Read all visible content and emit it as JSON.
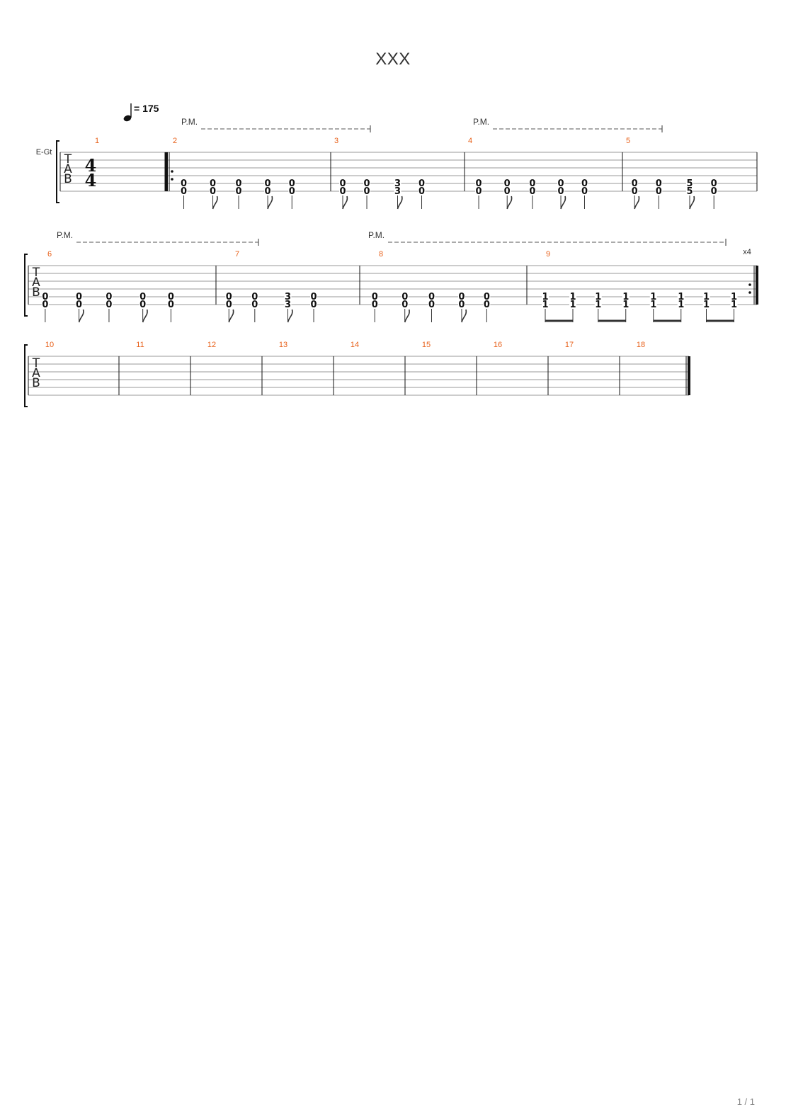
{
  "title": "XXX",
  "page_number": "1 / 1",
  "tempo": {
    "symbol": "quarter-note",
    "equals": "=",
    "bpm": "175"
  },
  "track_name": "E-Gt",
  "time_signature": {
    "top": "4",
    "bottom": "4"
  },
  "tab_letters": [
    "T",
    "A",
    "B"
  ],
  "palm_mute_label": "P.M.",
  "repeat_count": "x4",
  "systems": [
    {
      "bars": [
        {
          "number": "1",
          "rest": true,
          "notes": []
        },
        {
          "number": "2",
          "repeat_start": true,
          "notes": [
            {
              "frets": [
                "0",
                "0"
              ],
              "flag": false
            },
            {
              "frets": [
                "0",
                "0"
              ],
              "flag": true
            },
            {
              "frets": [
                "0",
                "0"
              ],
              "flag": false
            },
            {
              "frets": [
                "0",
                "0"
              ],
              "flag": true
            },
            {
              "frets": [
                "0",
                "0"
              ],
              "flag": false
            }
          ]
        },
        {
          "number": "3",
          "notes": [
            {
              "frets": [
                "0",
                "0"
              ],
              "flag": true
            },
            {
              "frets": [
                "0",
                "0"
              ],
              "flag": false
            },
            {
              "frets": [
                "3",
                "3"
              ],
              "flag": true
            },
            {
              "frets": [
                "0",
                "0"
              ],
              "flag": false
            }
          ]
        },
        {
          "number": "4",
          "notes": [
            {
              "frets": [
                "0",
                "0"
              ],
              "flag": false
            },
            {
              "frets": [
                "0",
                "0"
              ],
              "flag": true
            },
            {
              "frets": [
                "0",
                "0"
              ],
              "flag": false
            },
            {
              "frets": [
                "0",
                "0"
              ],
              "flag": true
            },
            {
              "frets": [
                "0",
                "0"
              ],
              "flag": false
            }
          ]
        },
        {
          "number": "5",
          "notes": [
            {
              "frets": [
                "0",
                "0"
              ],
              "flag": true
            },
            {
              "frets": [
                "0",
                "0"
              ],
              "flag": false
            },
            {
              "frets": [
                "5",
                "5"
              ],
              "flag": true
            },
            {
              "frets": [
                "0",
                "0"
              ],
              "flag": false
            }
          ]
        }
      ]
    },
    {
      "bars": [
        {
          "number": "6",
          "notes": [
            {
              "frets": [
                "0",
                "0"
              ],
              "flag": false
            },
            {
              "frets": [
                "0",
                "0"
              ],
              "flag": true
            },
            {
              "frets": [
                "0",
                "0"
              ],
              "flag": false
            },
            {
              "frets": [
                "0",
                "0"
              ],
              "flag": true
            },
            {
              "frets": [
                "0",
                "0"
              ],
              "flag": false
            }
          ]
        },
        {
          "number": "7",
          "notes": [
            {
              "frets": [
                "0",
                "0"
              ],
              "flag": true
            },
            {
              "frets": [
                "0",
                "0"
              ],
              "flag": false
            },
            {
              "frets": [
                "3",
                "3"
              ],
              "flag": true
            },
            {
              "frets": [
                "0",
                "0"
              ],
              "flag": false
            }
          ]
        },
        {
          "number": "8",
          "notes": [
            {
              "frets": [
                "0",
                "0"
              ],
              "flag": false
            },
            {
              "frets": [
                "0",
                "0"
              ],
              "flag": true
            },
            {
              "frets": [
                "0",
                "0"
              ],
              "flag": false
            },
            {
              "frets": [
                "0",
                "0"
              ],
              "flag": true
            },
            {
              "frets": [
                "0",
                "0"
              ],
              "flag": false
            }
          ]
        },
        {
          "number": "9",
          "repeat_end": true,
          "beamed": true,
          "notes": [
            {
              "frets": [
                "1",
                "1"
              ]
            },
            {
              "frets": [
                "1",
                "1"
              ]
            },
            {
              "frets": [
                "1",
                "1"
              ]
            },
            {
              "frets": [
                "1",
                "1"
              ]
            },
            {
              "frets": [
                "1",
                "1"
              ]
            },
            {
              "frets": [
                "1",
                "1"
              ]
            },
            {
              "frets": [
                "1",
                "1"
              ]
            },
            {
              "frets": [
                "1",
                "1"
              ]
            }
          ]
        }
      ]
    },
    {
      "bars": [
        {
          "number": "10",
          "notes": []
        },
        {
          "number": "11",
          "notes": []
        },
        {
          "number": "12",
          "notes": []
        },
        {
          "number": "13",
          "notes": []
        },
        {
          "number": "14",
          "notes": []
        },
        {
          "number": "15",
          "notes": []
        },
        {
          "number": "16",
          "notes": []
        },
        {
          "number": "17",
          "notes": []
        },
        {
          "number": "18",
          "notes": [],
          "final": true
        }
      ]
    }
  ],
  "colors": {
    "bar_number": "#e8611b",
    "staff_line": "#9a9a9a",
    "ink": "#111111"
  }
}
